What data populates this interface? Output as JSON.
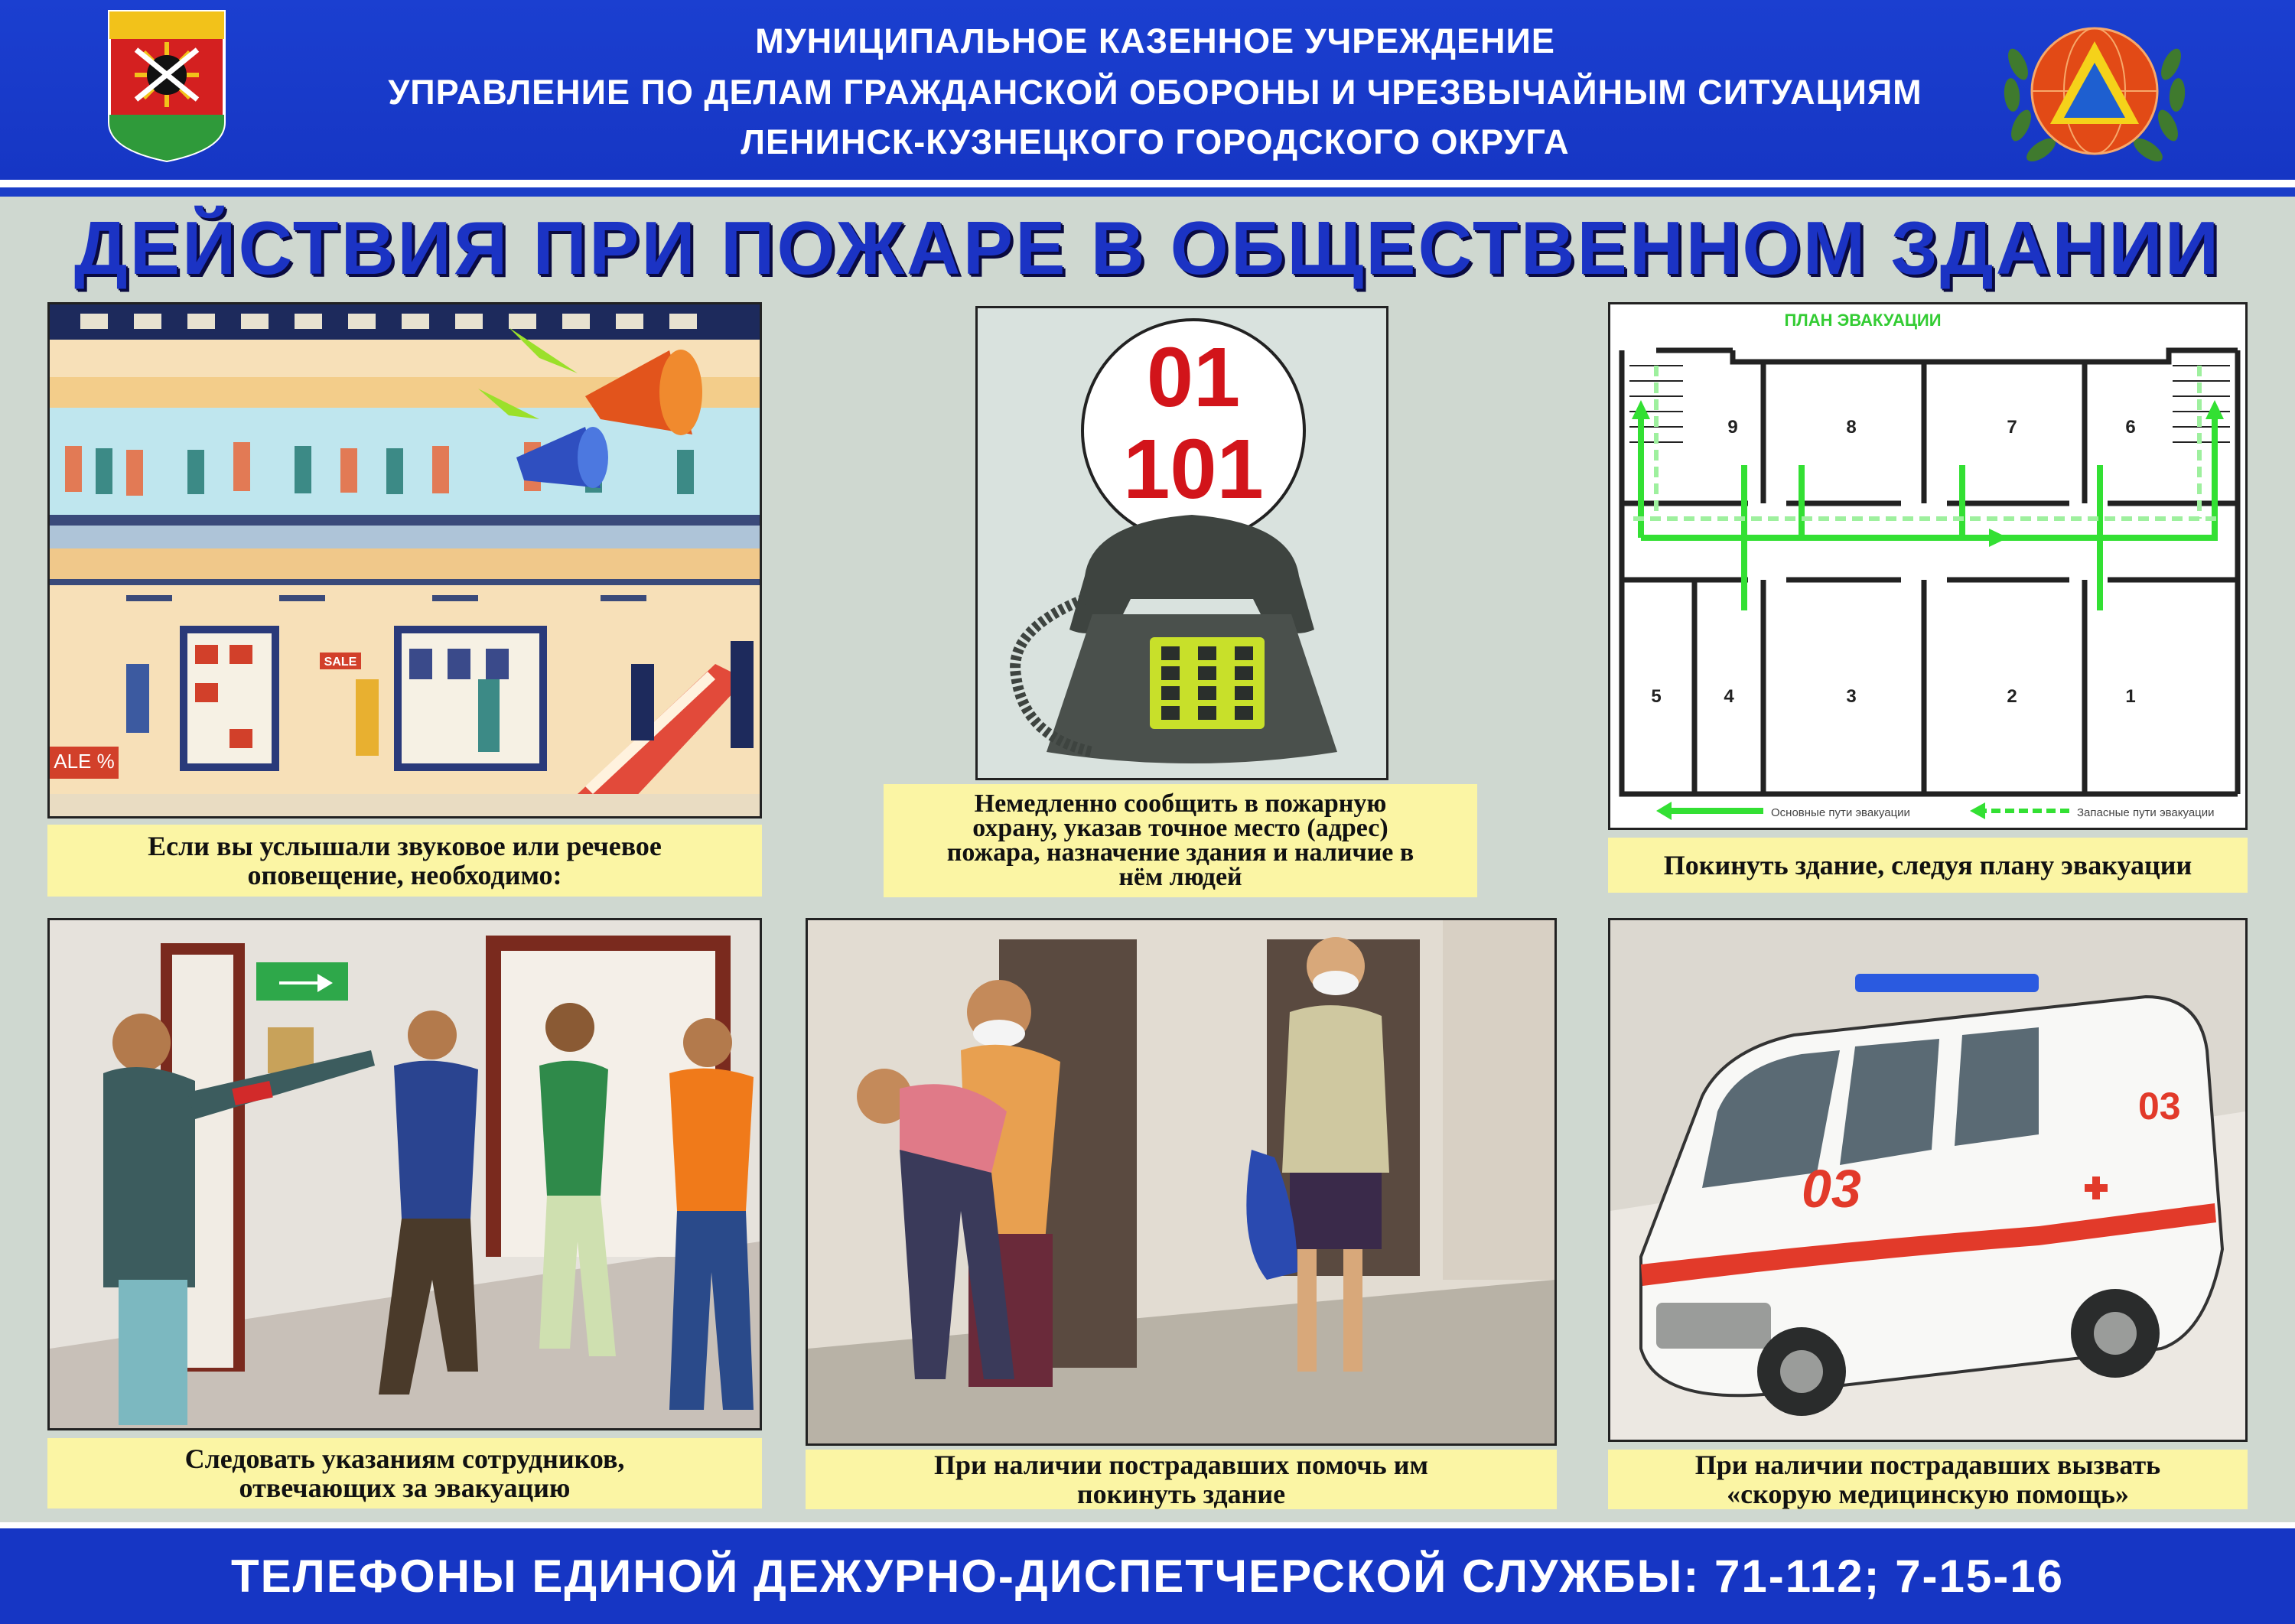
{
  "header": {
    "org_line_1": "МУНИЦИПАЛЬНОЕ КАЗЕННОЕ УЧРЕЖДЕНИЕ",
    "org_line_2": "УПРАВЛЕНИЕ ПО ДЕЛАМ ГРАЖДАНСКОЙ ОБОРОНЫ И ЧРЕЗВЫЧАЙНЫМ СИТУАЦИЯМ",
    "org_line_3": "ЛЕНИНСК-КУЗНЕЦКОГО ГОРОДСКОГО ОКРУГА",
    "left_logo": "city-coat-of-arms-icon",
    "right_logo": "civil-defense-emblem-icon"
  },
  "title": "ДЕЙСТВИЯ ПРИ ПОЖАРЕ В ОБЩЕСТВЕННОМ ЗДАНИИ",
  "panels": [
    {
      "illustration": "mall-alarm-illustration",
      "caption": [
        "Если вы услышали звуковое или речевое",
        "оповещение, необходимо:"
      ],
      "sale_sign": "SALE",
      "sale_banner": "ALE %"
    },
    {
      "illustration": "telephone-illustration",
      "numbers": [
        "01",
        "101"
      ],
      "caption": [
        "Немедленно сообщить в пожарную",
        "охрану, указав точное место (адрес)",
        "пожара, назначение здания и наличие в",
        "нём людей"
      ]
    },
    {
      "illustration": "evacuation-plan",
      "plan_title": "ПЛАН ЭВАКУАЦИИ",
      "rooms_top": [
        "9",
        "8",
        "7",
        "6"
      ],
      "rooms_bottom": [
        "5",
        "4",
        "3",
        "2",
        "1"
      ],
      "legend_main": "Основные пути эвакуации",
      "legend_reserve": "Запасные пути эвакуации",
      "caption": [
        "Покинуть здание, следуя плану эвакуации"
      ]
    },
    {
      "illustration": "staff-directing-evacuation-illustration",
      "caption": [
        "Следовать указаниям сотрудников,",
        "отвечающих за эвакуацию"
      ]
    },
    {
      "illustration": "helping-victim-illustration",
      "caption": [
        "При наличии пострадавших помочь им",
        "покинуть здание"
      ]
    },
    {
      "illustration": "ambulance-illustration",
      "ambulance_number": "03",
      "caption": [
        "При наличии пострадавших вызвать",
        "«скорую медицинскую помощь»"
      ]
    }
  ],
  "footer": "ТЕЛЕФОНЫ ЕДИНОЙ ДЕЖУРНО-ДИСПЕТЧЕРСКОЙ СЛУЖБЫ: 71-112; 7-15-16",
  "colors": {
    "header_blue": "#1636c4",
    "background": "#cfd8d0",
    "caption_yellow": "#fbf5a4",
    "title_blue": "#1b33c4",
    "number_red": "#d2141a",
    "route_green": "#33e033"
  }
}
